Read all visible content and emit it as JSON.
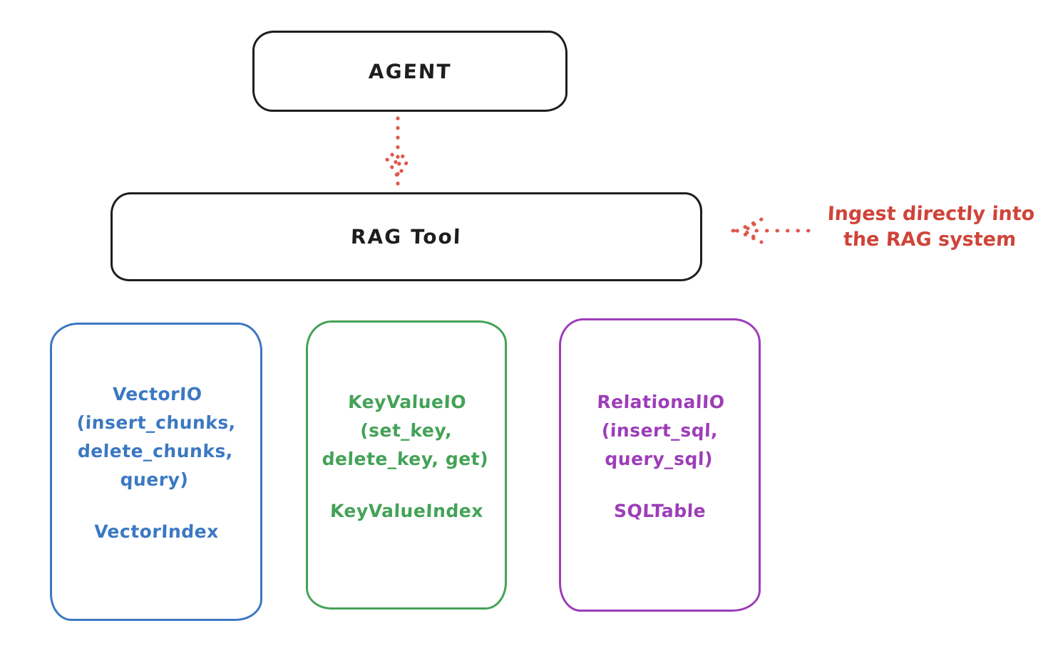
{
  "diagram": {
    "nodes": {
      "agent": {
        "label": "AGENT"
      },
      "rag_tool": {
        "label": "RAG Tool"
      }
    },
    "annotation": {
      "text": "Ingest directly into the RAG system"
    },
    "backends": [
      {
        "api_text": "VectorIO\n(insert_chunks,\ndelete_chunks,\nquery)",
        "index_text": "VectorIndex",
        "color": "#3b78c2"
      },
      {
        "api_text": "KeyValueIO\n(set_key,\ndelete_key, get)",
        "index_text": "KeyValueIndex",
        "color": "#44a257"
      },
      {
        "api_text": "RelationalIO\n(insert_sql,\nquery_sql)",
        "index_text": "SQLTable",
        "color": "#9d3db8"
      }
    ],
    "colors": {
      "box_stroke": "#1e1e1e",
      "arrow_red": "#de584d",
      "annotation_red": "#cf4439"
    }
  }
}
